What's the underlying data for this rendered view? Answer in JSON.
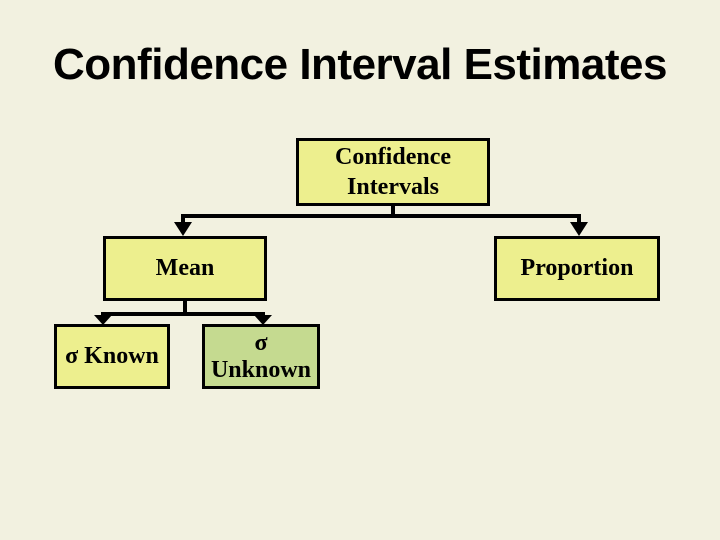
{
  "slide": {
    "title": "Confidence Interval Estimates",
    "colors": {
      "page_bg": "#F2F1E0",
      "box_yellow": "#EDEF8E",
      "box_green": "#C5DA90",
      "line_black": "#000000",
      "title_black": "#000000"
    },
    "diagram": {
      "type": "tree",
      "root": {
        "line1": "Confidence",
        "line2": "Intervals",
        "children": [
          "mean",
          "proportion"
        ]
      },
      "mean": {
        "label": "Mean",
        "children": [
          "sigma_known",
          "sigma_unknown"
        ]
      },
      "proportion": {
        "label": "Proportion",
        "children": []
      },
      "sigma_known": {
        "label": "σ Known",
        "children": []
      },
      "sigma_unknown": {
        "line1": "σ",
        "line2": "Unknown",
        "children": []
      }
    },
    "icons": {
      "connector_arrow": "arrow-down-icon (solid black triangle)"
    }
  }
}
